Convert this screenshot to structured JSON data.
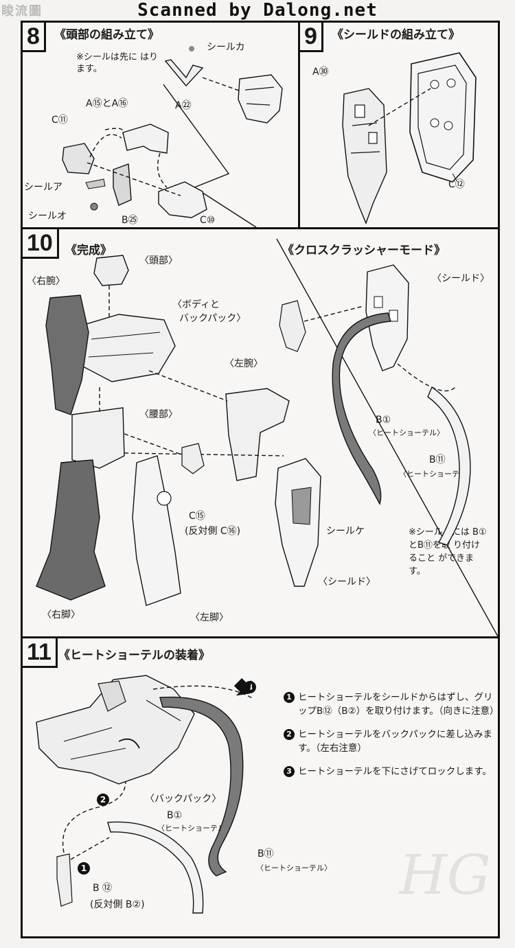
{
  "header": {
    "watermark": "Scanned by Dalong.net",
    "corner_logo": "睃流圖"
  },
  "step8": {
    "number": "8",
    "title": "《頭部の組み立て》",
    "note": "※シールは先に はります。",
    "labels": {
      "seal_ka": "シールカ",
      "a22": "A㉒",
      "a15_a16": "A⑮とA⑯",
      "c11": "C⑪",
      "seal_a": "シールア",
      "seal_o": "シールオ",
      "b25": "B㉕",
      "c10": "C⑩"
    }
  },
  "step9": {
    "number": "9",
    "title": "《シールドの組み立て》",
    "labels": {
      "a30": "A㉚",
      "c12": "C⑫"
    }
  },
  "step10": {
    "number": "10",
    "title": "《完成》",
    "labels": {
      "head": "〈頭部〉",
      "right_arm": "〈右腕〉",
      "body_backpack_1": "〈ボディと",
      "body_backpack_2": "バックパック〉",
      "left_arm": "〈左腕〉",
      "waist": "〈腰部〉",
      "c15": "C⑮",
      "c16": "(反対側 C⑯)",
      "seal_ke": "シールケ",
      "shield": "〈シールド〉",
      "right_leg": "〈右脚〉",
      "left_leg": "〈左脚〉"
    },
    "cross": {
      "title": "《クロスクラッシャーモード》",
      "shield": "〈シールド〉",
      "b1": "B①",
      "b1_sub": "〈ヒートショーテル〉",
      "b11": "B⑪",
      "b11_sub": "〈ヒートショーテル〉",
      "note": "※シールドには B①とB⑪を取 り付けること ができます。"
    }
  },
  "step11": {
    "number": "11",
    "title": "《ヒートショーテルの装着》",
    "arrow3": "3",
    "instructions": [
      {
        "num": "1",
        "text": "ヒートショーテルをシールドからはずし、グリップB⑫（B②）を取り付けます。（向きに注意）"
      },
      {
        "num": "2",
        "text": "ヒートショーテルをバックパックに差し込みます。（左右注意）"
      },
      {
        "num": "3",
        "text": "ヒートショーテルを下にさげてロックします。"
      }
    ],
    "labels": {
      "backpack": "〈バックパック〉",
      "b1": "B①",
      "b1_sub": "〈ヒートショーテル〉",
      "b11": "B⑪",
      "b11_sub": "〈ヒートショーテル〉",
      "b12": "B ⑫",
      "b2": "(反対側 B②)",
      "marker1": "1",
      "marker2": "2"
    },
    "background_logo": "HG"
  }
}
